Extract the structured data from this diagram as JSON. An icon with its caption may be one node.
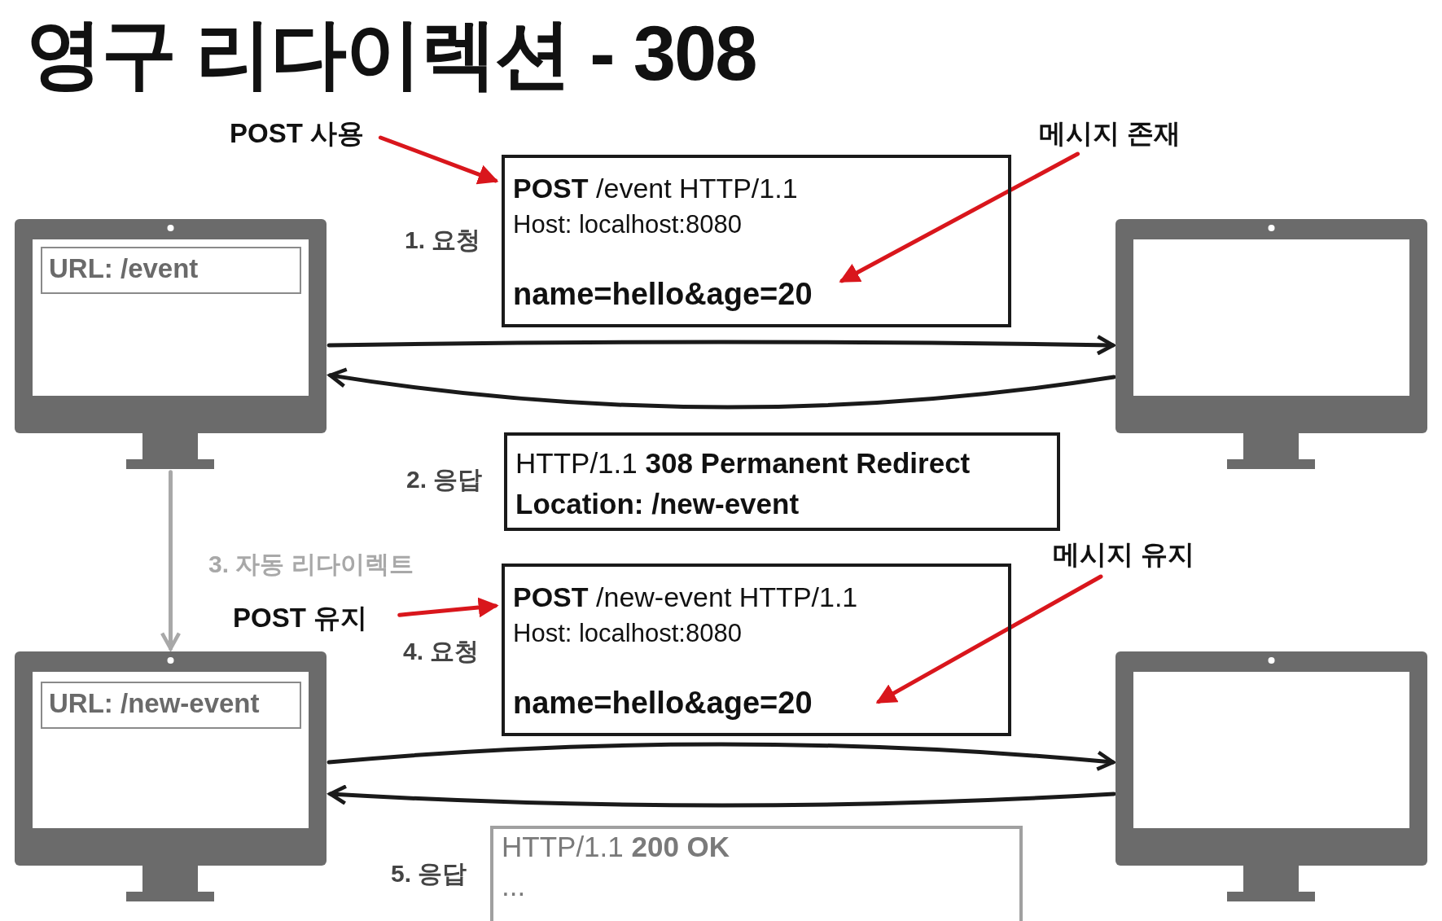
{
  "diagram": {
    "title": "영구 리다이렉션 - 308",
    "nodes": [
      {
        "text": [
          "POST 사용"
        ]
      },
      {
        "text": [
          "메시지 존재"
        ]
      },
      {
        "text": [
          "**POST** /event HTTP/1.1",
          "Host: localhost:8080",
          "name=hello&age=20"
        ],
        "beside": [
          "1. 요청"
        ]
      },
      {
        "text": [],
        "shape": "monitor"
      },
      {
        "text": [
          "URL: /event"
        ],
        "in": 3
      },
      {
        "text": [],
        "shape": "monitor"
      },
      {
        "text": [
          "HTTP/1.1 **308 Permanent Redirect**",
          "Location: /new-event"
        ],
        "beside": [
          "2. 응답"
        ]
      },
      {
        "text": [
          "메시지 유지"
        ]
      },
      {
        "text": [
          "POST 유지"
        ]
      },
      {
        "text": [
          "**POST** /new-event HTTP/1.1",
          "Host: localhost:8080",
          "name=hello&age=20"
        ],
        "beside": [
          "4. 요청"
        ]
      },
      {
        "text": [],
        "shape": "monitor"
      },
      {
        "text": [
          "URL: /new-event"
        ],
        "in": 10
      },
      {
        "text": [],
        "shape": "monitor"
      },
      {
        "text": [
          "HTTP/1.1 **200 OK**",
          "..."
        ],
        "beside": [
          "5. 응답"
        ]
      }
    ],
    "edges": [
      {
        "from": 0,
        "to": 2,
        "arrow": "to",
        "color": "#d9161c"
      },
      {
        "from": 1,
        "to": 2,
        "arrow": "to",
        "color": "#d9161c"
      },
      {
        "from": 3,
        "to": 5,
        "arrow": "to",
        "color": "#1a1a1a"
      },
      {
        "from": 5,
        "to": 3,
        "arrow": "to",
        "color": "#1a1a1a"
      },
      {
        "from": 3,
        "to": 10,
        "arrow": "to",
        "label": "3. 자동 리다이렉트",
        "color": "#a8a8a8"
      },
      {
        "from": 8,
        "to": 9,
        "arrow": "to",
        "color": "#d9161c"
      },
      {
        "from": 7,
        "to": 9,
        "arrow": "to",
        "color": "#d9161c"
      },
      {
        "from": 10,
        "to": 12,
        "arrow": "to",
        "color": "#1a1a1a"
      },
      {
        "from": 12,
        "to": 10,
        "arrow": "to",
        "color": "#1a1a1a"
      }
    ]
  }
}
